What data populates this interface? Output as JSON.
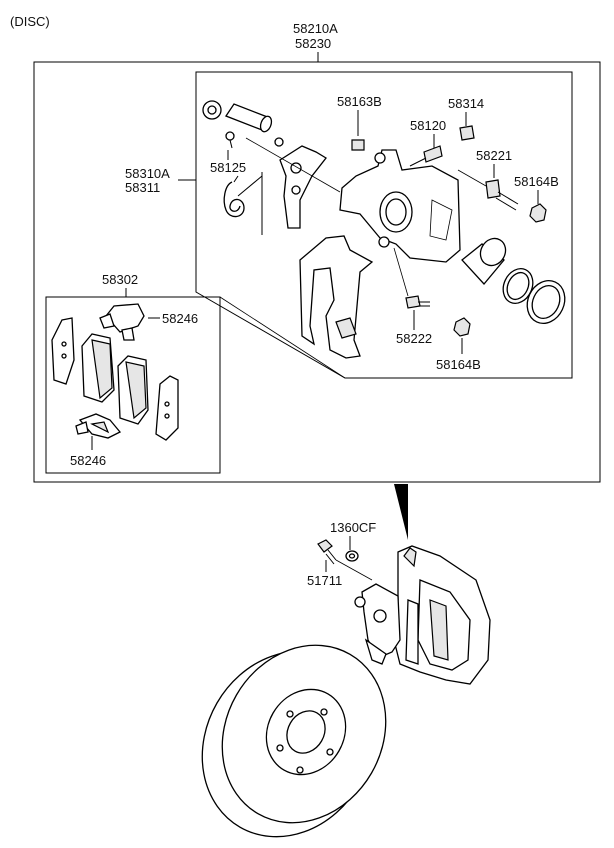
{
  "header": {
    "title": "(DISC)"
  },
  "labels": {
    "assembly_a": "58210A",
    "assembly_b": "58230",
    "bracket_a": "58310A",
    "bracket_b": "58311",
    "pad_kit": "58302",
    "clip_upper": "58246",
    "clip_lower": "58246",
    "guide_rod_bolt": "58163B",
    "bleeder": "58120",
    "bleeder_cap": "58314",
    "pin_bolt_upper": "58221",
    "nut_upper": "58164B",
    "spring": "58125",
    "pin_bolt_lower": "58222",
    "nut_lower": "58164B",
    "washer": "1360CF",
    "mount_bolt": "51711"
  }
}
